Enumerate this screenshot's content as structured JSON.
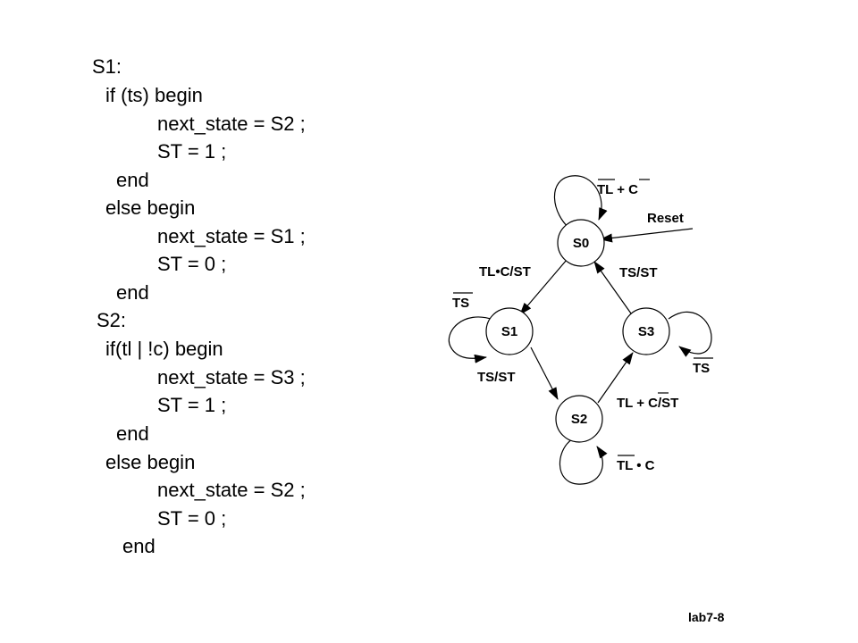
{
  "code_lines": [
    "S1:",
    "if (ts) begin",
    "next_state = S2 ;",
    "ST = 1 ;",
    "end",
    "else begin",
    "next_state = S1 ;",
    "ST = 0 ;",
    "end",
    "S2:",
    "if(tl | !c) begin",
    "next_state = S3 ;",
    "ST = 1 ;",
    "end",
    "else begin",
    "next_state = S2 ;",
    "ST = 0 ;",
    "end"
  ],
  "diagram": {
    "states": {
      "s0": "S0",
      "s1": "S1",
      "s2": "S2",
      "s3": "S3"
    },
    "labels": {
      "s0_self": "TL + C",
      "reset": "Reset",
      "s0_to_s1": "TL•C/ST",
      "s3_to_s0": "TS/ST",
      "s1_self": "TS",
      "s1_to_s2": "TS/ST",
      "s3_self": "TS",
      "s2_to_s3": "TL + C/ST",
      "s2_self": "TL • C"
    }
  },
  "footer": "lab7-8"
}
